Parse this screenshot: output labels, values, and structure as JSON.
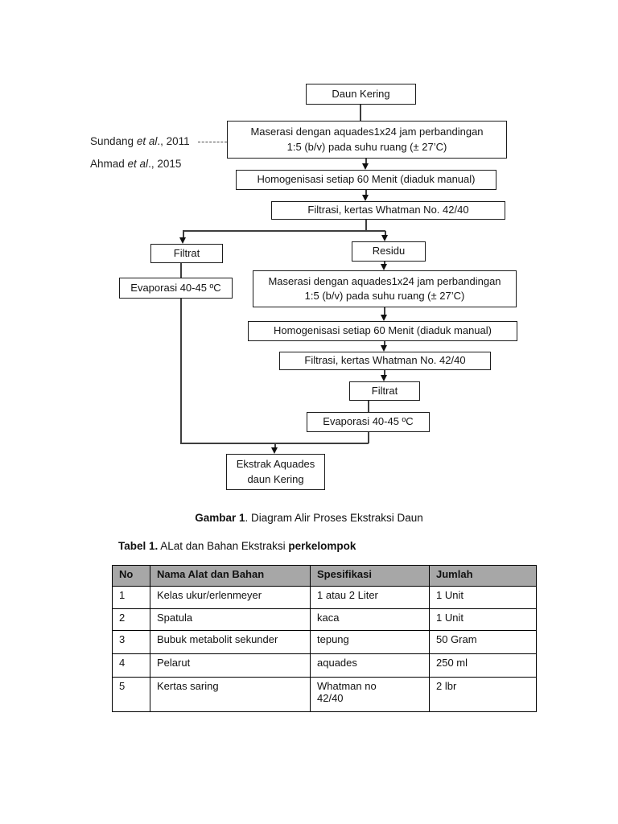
{
  "citations": {
    "line1_prefix": "Sundang ",
    "line1_italic": "et al",
    "line1_suffix": "., 2011",
    "line2_prefix": "Ahmad ",
    "line2_italic": "et al",
    "line2_suffix": "., 2015"
  },
  "flowchart": {
    "nodes": {
      "daun_kering": "Daun Kering",
      "maserasi1_line1": "Maserasi dengan aquades1x24 jam perbandingan",
      "maserasi1_line2": "1:5 (b/v) pada suhu ruang (± 27’C)",
      "homogenisasi1": "Homogenisasi setiap 60 Menit (diaduk manual)",
      "filtrasi1": "Filtrasi, kertas Whatman No. 42/40",
      "filtrat1": "Filtrat",
      "residu": "Residu",
      "evaporasi1": "Evaporasi 40-45 ºC",
      "maserasi2_line1": "Maserasi dengan aquades1x24 jam perbandingan",
      "maserasi2_line2": "1:5 (b/v) pada suhu ruang (± 27’C)",
      "homogenisasi2": "Homogenisasi setiap 60 Menit (diaduk manual)",
      "filtrasi2": "Filtrasi, kertas Whatman No. 42/40",
      "filtrat2": "Filtrat",
      "evaporasi2": "Evaporasi 40-45 ºC",
      "ekstrak_line1": "Ekstrak Aquades",
      "ekstrak_line2": "daun Kering"
    },
    "edges": [
      "daun_kering -> maserasi1",
      "maserasi1 -> homogenisasi1",
      "homogenisasi1 -> filtrasi1",
      "filtrasi1 -> filtrat1",
      "filtrasi1 -> residu",
      "filtrat1 -> evaporasi1",
      "residu -> maserasi2",
      "maserasi2 -> homogenisasi2",
      "homogenisasi2 -> filtrasi2",
      "filtrasi2 -> filtrat2",
      "filtrat2 -> evaporasi2",
      "evaporasi1 -> ekstrak",
      "evaporasi2 -> ekstrak"
    ]
  },
  "figure_caption": {
    "bold": "Gambar 1",
    "rest": ". Diagram Alir Proses Ekstraksi Daun"
  },
  "table_caption": {
    "bold_prefix": "Tabel 1.",
    "middle": " ALat dan Bahan Ekstraksi ",
    "bold_suffix": "perkelompok"
  },
  "table": {
    "header_bg": "#a7a7a7",
    "headers": [
      "No",
      "Nama Alat dan Bahan",
      "Spesifikasi",
      "Jumlah"
    ],
    "rows": [
      [
        "1",
        "Kelas ukur/erlenmeyer",
        "1 atau 2 Liter",
        "1 Unit"
      ],
      [
        "2",
        "Spatula",
        "kaca",
        "1 Unit"
      ],
      [
        "3",
        "Bubuk metabolit sekunder",
        "tepung",
        "50 Gram"
      ],
      [
        "4",
        "Pelarut",
        "aquades",
        "250 ml"
      ],
      [
        "5",
        "Kertas saring",
        "Whatman no\n42/40",
        "2 lbr"
      ]
    ]
  }
}
